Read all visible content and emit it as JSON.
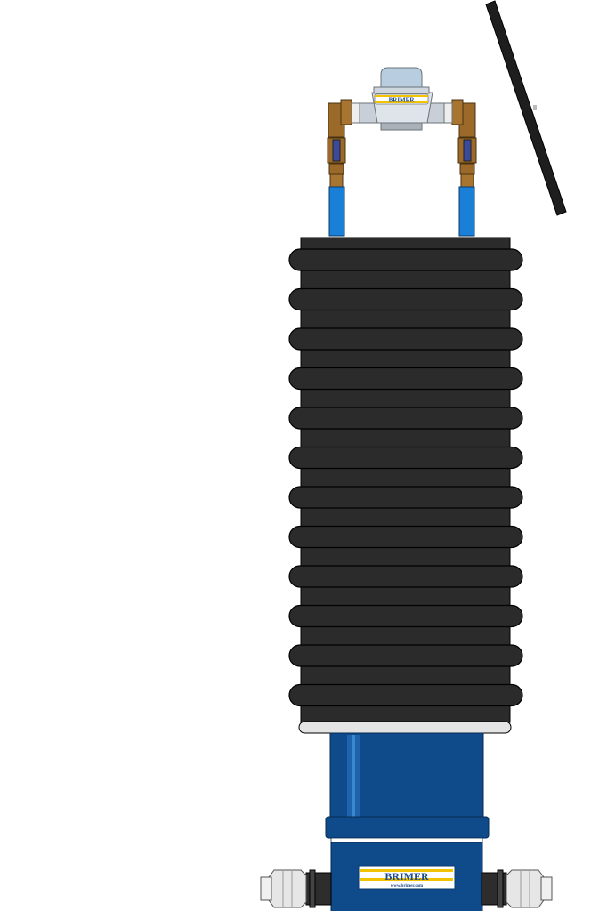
{
  "brand": {
    "name": "BRIMER",
    "website": "www.brimer.com",
    "meter_label_line": "BRIMER"
  },
  "colors": {
    "insulation": "#2b2b2b",
    "insulation_outline": "#000000",
    "brass": "#9b6a2a",
    "pipe_blue": "#1a7fd6",
    "housing_blue": "#0f4a8a",
    "housing_dark": "#0b3a6e",
    "meter_body": "#c9cfd6",
    "meter_glass": "#b9cde0",
    "connector": "#e6e6e6",
    "lid": "#1e1e1e"
  },
  "icons": [
    "water-meter-icon",
    "valve-icon",
    "connector-icon"
  ]
}
